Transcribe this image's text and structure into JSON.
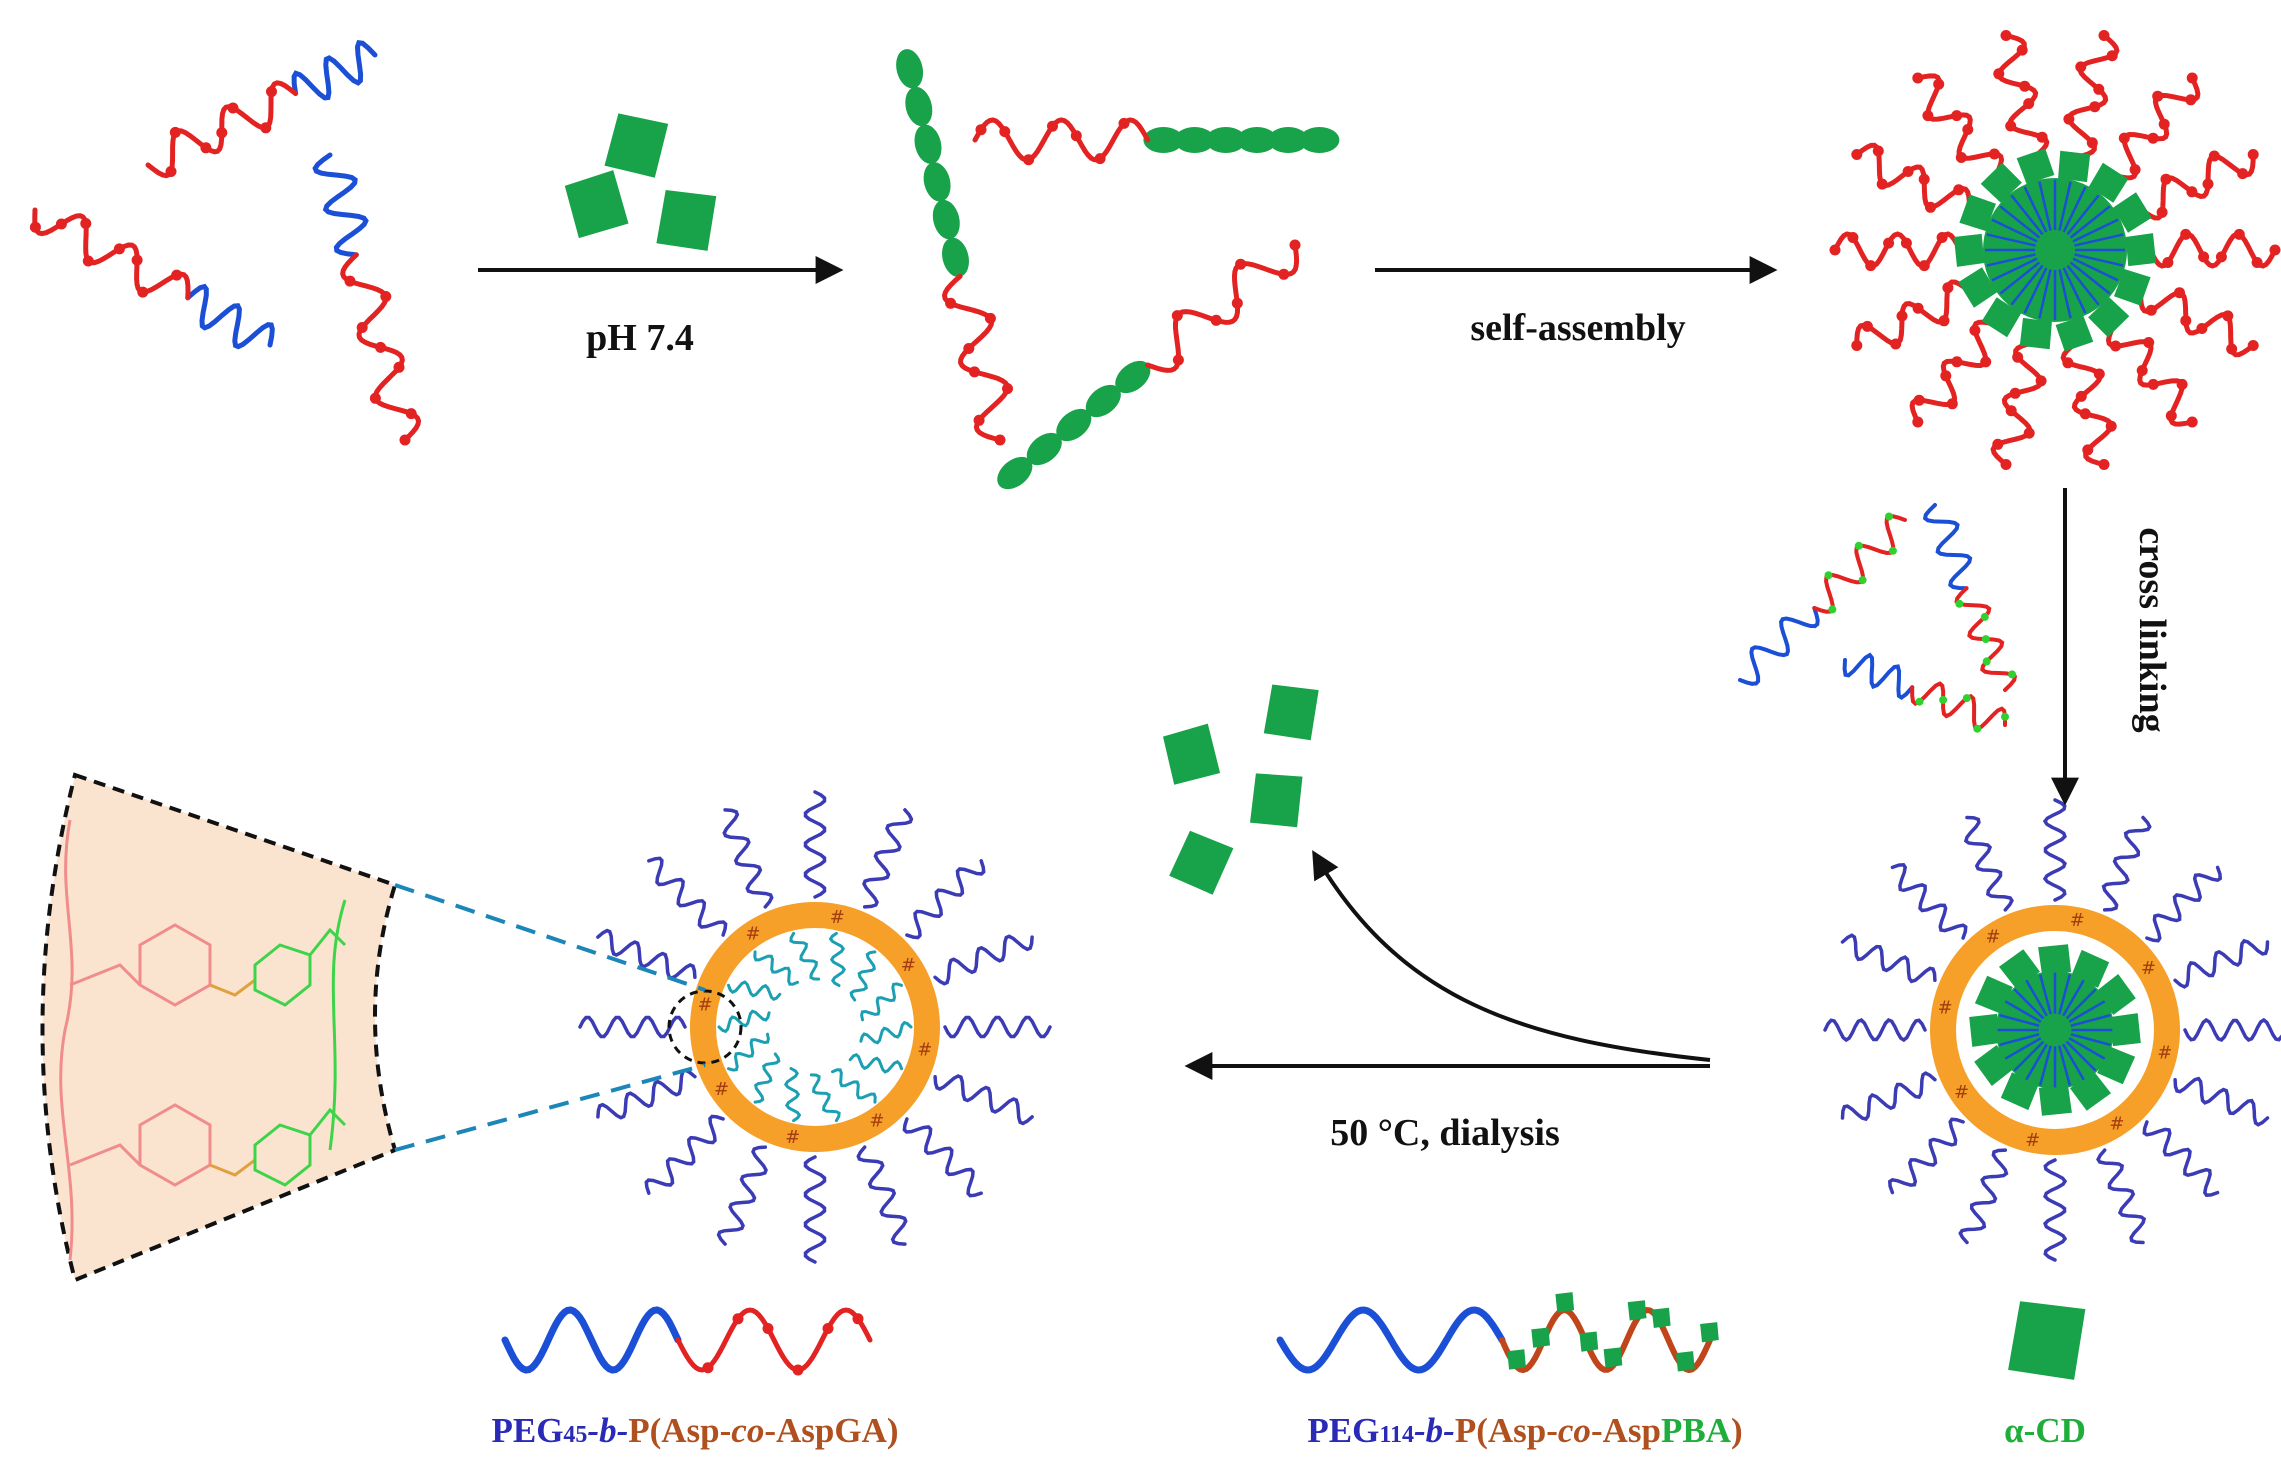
{
  "steps": {
    "step1": "pH 7.4",
    "step2": "self-assembly",
    "step3": "cross linking",
    "step4": "50 °C, dialysis"
  },
  "legend": {
    "polymer1": {
      "peg": "PEG",
      "peg_sub": "45",
      "block": "-b-",
      "p_open": "P(Asp-",
      "co": "co",
      "tail": "-AspGA)"
    },
    "polymer2": {
      "peg": "PEG",
      "peg_sub": "114",
      "block": "-b-",
      "p_open": "P(Asp-",
      "co": "co",
      "asp": "-Asp",
      "pba": "PBA",
      "close": ")"
    },
    "cd": "α-CD"
  },
  "colors": {
    "peg_blue": "#1a4fd6",
    "core_red": "#e32222",
    "cd_green": "#18a24a",
    "pba_green": "#2fd12f",
    "shell_orange": "#f6a02a",
    "label_blue": "#2a2ab8",
    "label_brown": "#b0501e",
    "label_green": "#1fae3a",
    "zoom_fill": "#fbe4cf"
  }
}
